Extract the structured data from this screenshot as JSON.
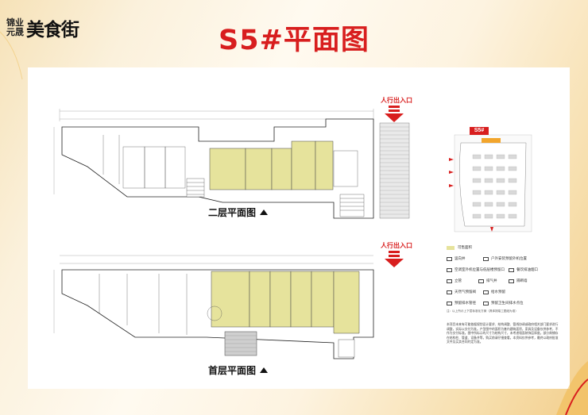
{
  "brand": {
    "line1": "锦业",
    "line2": "元晟",
    "name": "美食街"
  },
  "title": "S5#平面图",
  "plans": {
    "second_floor_label": "二层平面图",
    "ground_floor_label": "首层平面图",
    "entrance_label": "人行出入口"
  },
  "site_tag": "S5#",
  "legend": {
    "items": [
      {
        "label": "可售面积",
        "swatch": "#e6e39c"
      },
      {
        "label": "竖向井"
      },
      {
        "label": "户外安装预留外机位置"
      },
      {
        "label": "空调室外机位置与低层楼预留口"
      },
      {
        "label": "餐饮排油烟口"
      },
      {
        "label": "立管"
      },
      {
        "label": "排气井"
      },
      {
        "label": "隔断墙"
      },
      {
        "label": "天然气预留阀"
      },
      {
        "label": "给水预留"
      },
      {
        "label": "预留排水管径"
      },
      {
        "label": "预留卫生间排水点位"
      }
    ],
    "note": "注：以上所示上下层标准化方案（具体按竣工图纸为准）",
    "notes_text": "本项目未来有可能依据规划设计要求、结构调整、管线协调或政府相关部门要求进行调整，实际以交付为准。户型图中的面积为套内建筑面积，家具及设备仅供参考，不作为交付标准。图中所标示的尺寸为结构尺寸，未考虑墙面装饰层厚度。部分商铺存在结构柱、管道、设备井等，购买前请仔细查看。本资料仅供参考，最终以政府批准文件及买卖合同约定为准。"
  },
  "colors": {
    "accent": "#d81e1e",
    "sellable": "#e6e39c",
    "stair_gray": "#cfcfcf"
  }
}
